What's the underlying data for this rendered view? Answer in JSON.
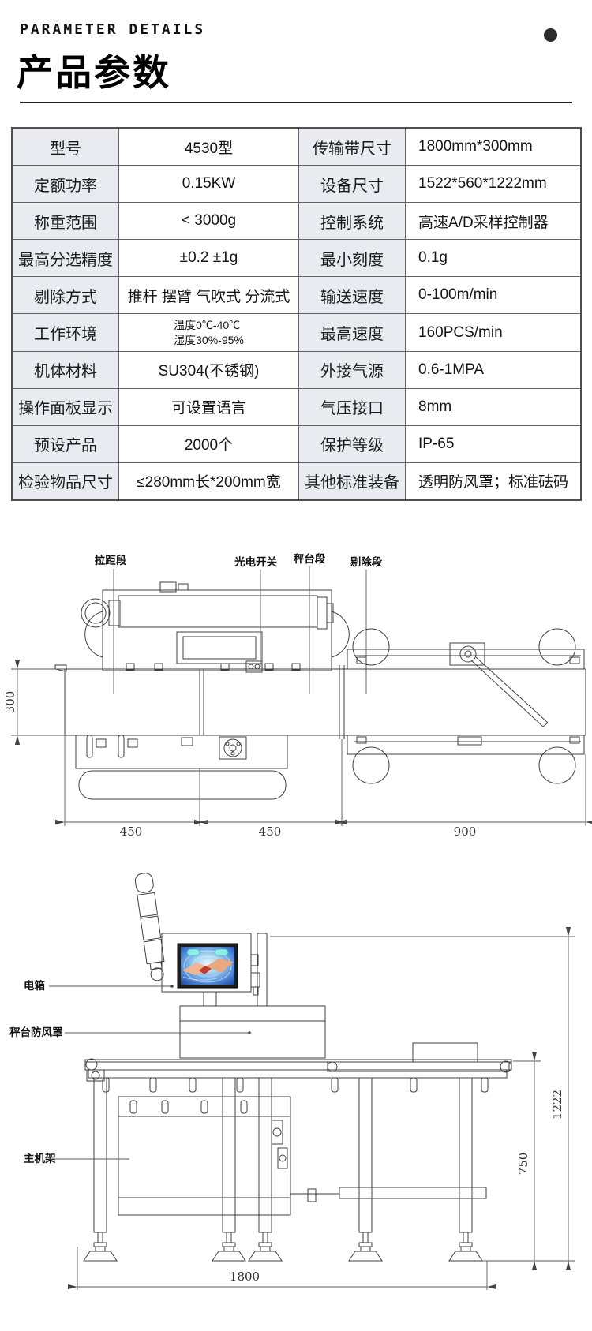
{
  "header": {
    "eyebrow": "PARAMETER DETAILS",
    "title": "产品参数",
    "dot_color": "#2b2b2b"
  },
  "table": {
    "label_bg": "#e9ebf1",
    "border_color": "#4f4f4f",
    "rows": [
      [
        "型号",
        "4530型",
        "传输带尺寸",
        "1800mm*300mm"
      ],
      [
        "定额功率",
        "0.15KW",
        "设备尺寸",
        "1522*560*1222mm"
      ],
      [
        "称重范围",
        "< 3000g",
        "控制系统",
        "高速A/D采样控制器"
      ],
      [
        "最高分选精度",
        "±0.2 ±1g",
        "最小刻度",
        "0.1g"
      ],
      [
        "剔除方式",
        "推杆 摆臂 气吹式 分流式",
        "输送速度",
        "0-100m/min"
      ],
      [
        "工作环境",
        "温度0℃-40℃\n湿度30%-95%",
        "最高速度",
        "160PCS/min"
      ],
      [
        "机体材料",
        "SU304(不锈钢)",
        "外接气源",
        "0.6-1MPA"
      ],
      [
        "操作面板显示",
        "可设置语言",
        "气压接口",
        "8mm"
      ],
      [
        "预设产品",
        "2000个",
        "保护等级",
        "IP-65"
      ],
      [
        "检验物品尺寸",
        "≤280mm长*200mm宽",
        "其他标准装备",
        "透明防风罩；标准砝码"
      ]
    ]
  },
  "drawing_top": {
    "labels": [
      "拉距段",
      "光电开关",
      "秤台段",
      "剔除段"
    ],
    "dims": {
      "belt_width": "300",
      "bottom": [
        "450",
        "450",
        "900"
      ]
    }
  },
  "drawing_side": {
    "labels": [
      "电箱",
      "秤台防风罩",
      "主机架"
    ],
    "dims": {
      "total_height": "1222",
      "belt_height": "750",
      "total_length": "1800"
    }
  }
}
